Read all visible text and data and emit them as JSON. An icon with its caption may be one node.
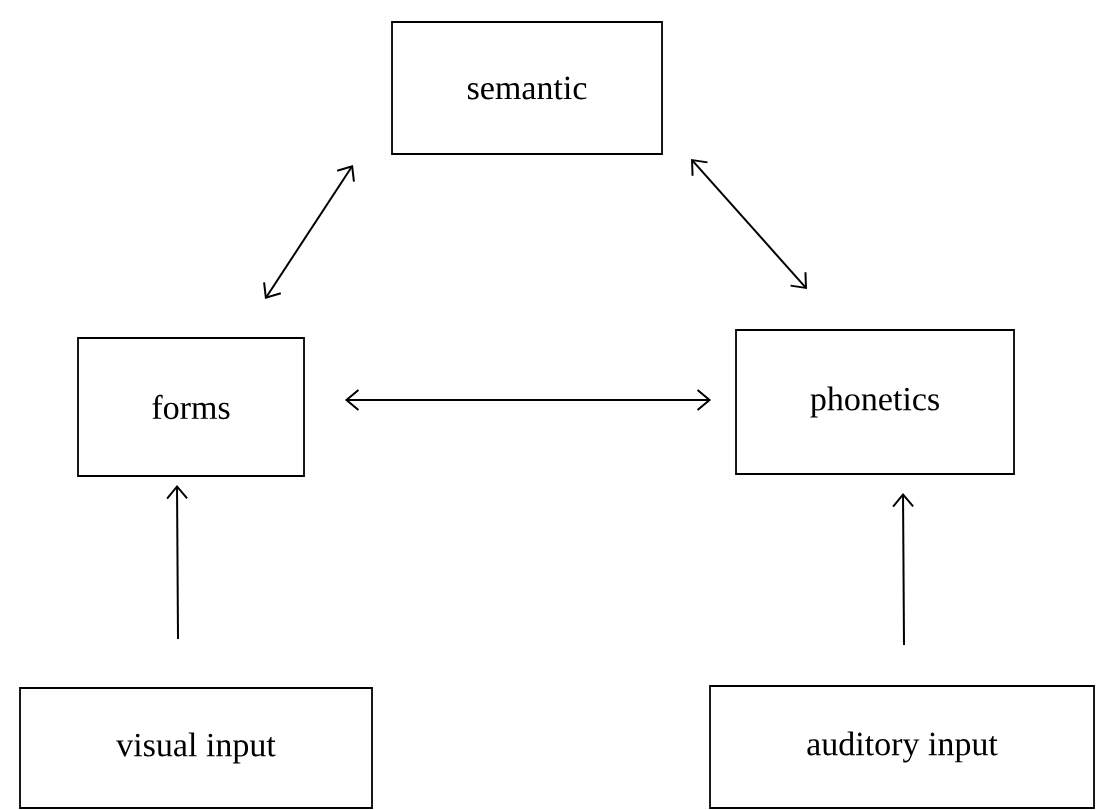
{
  "diagram": {
    "nodes": [
      {
        "text": [
          "semantic"
        ]
      },
      {
        "text": [
          "forms"
        ]
      },
      {
        "text": [
          "phonetics"
        ]
      },
      {
        "text": [
          "visual input"
        ]
      },
      {
        "text": [
          "auditory input"
        ]
      }
    ],
    "edges": [
      {
        "from": 1,
        "to": 0,
        "arrow": "both"
      },
      {
        "from": 0,
        "to": 2,
        "arrow": "both"
      },
      {
        "from": 1,
        "to": 2,
        "arrow": "both"
      },
      {
        "from": 3,
        "to": 1,
        "arrow": "to"
      },
      {
        "from": 4,
        "to": 2,
        "arrow": "to"
      }
    ]
  }
}
